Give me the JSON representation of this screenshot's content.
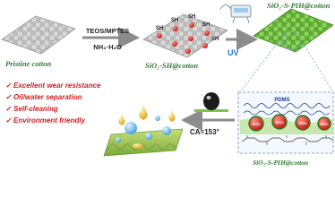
{
  "steps": {
    "pristine_label": "Pristine cotton",
    "reagent_top": "TEOS/MPTES",
    "reagent_bottom": "NH₃·H₂O",
    "sh_cotton_label": "SiO₂-SH@cotton",
    "uv_label": "UV",
    "pih_cotton_label": "SiO₂-S-PIH@cotton",
    "thiol_label": "SH",
    "zoom_label": "SiO₂-S-PIH@cotton",
    "contact_angle_label": "CA=153°",
    "pdms_label": "PDMS",
    "sio2_label": "SiO₂"
  },
  "properties": [
    "Excellent wear resistance",
    "Oil/water separation",
    "Self-cleaning",
    "Environment friendly"
  ],
  "colors": {
    "label_green": "#2e7d32",
    "property_red": "#d21d1d",
    "arrow": "#8c8c8c",
    "cotton_gray": "#c9c9c9",
    "cotton_green": "#7cc545",
    "sio2_red": "#e5302b",
    "uv_blue": "#1e78c8",
    "water_blue": "#4aa3e0",
    "oil_gold": "#e2a71e"
  }
}
